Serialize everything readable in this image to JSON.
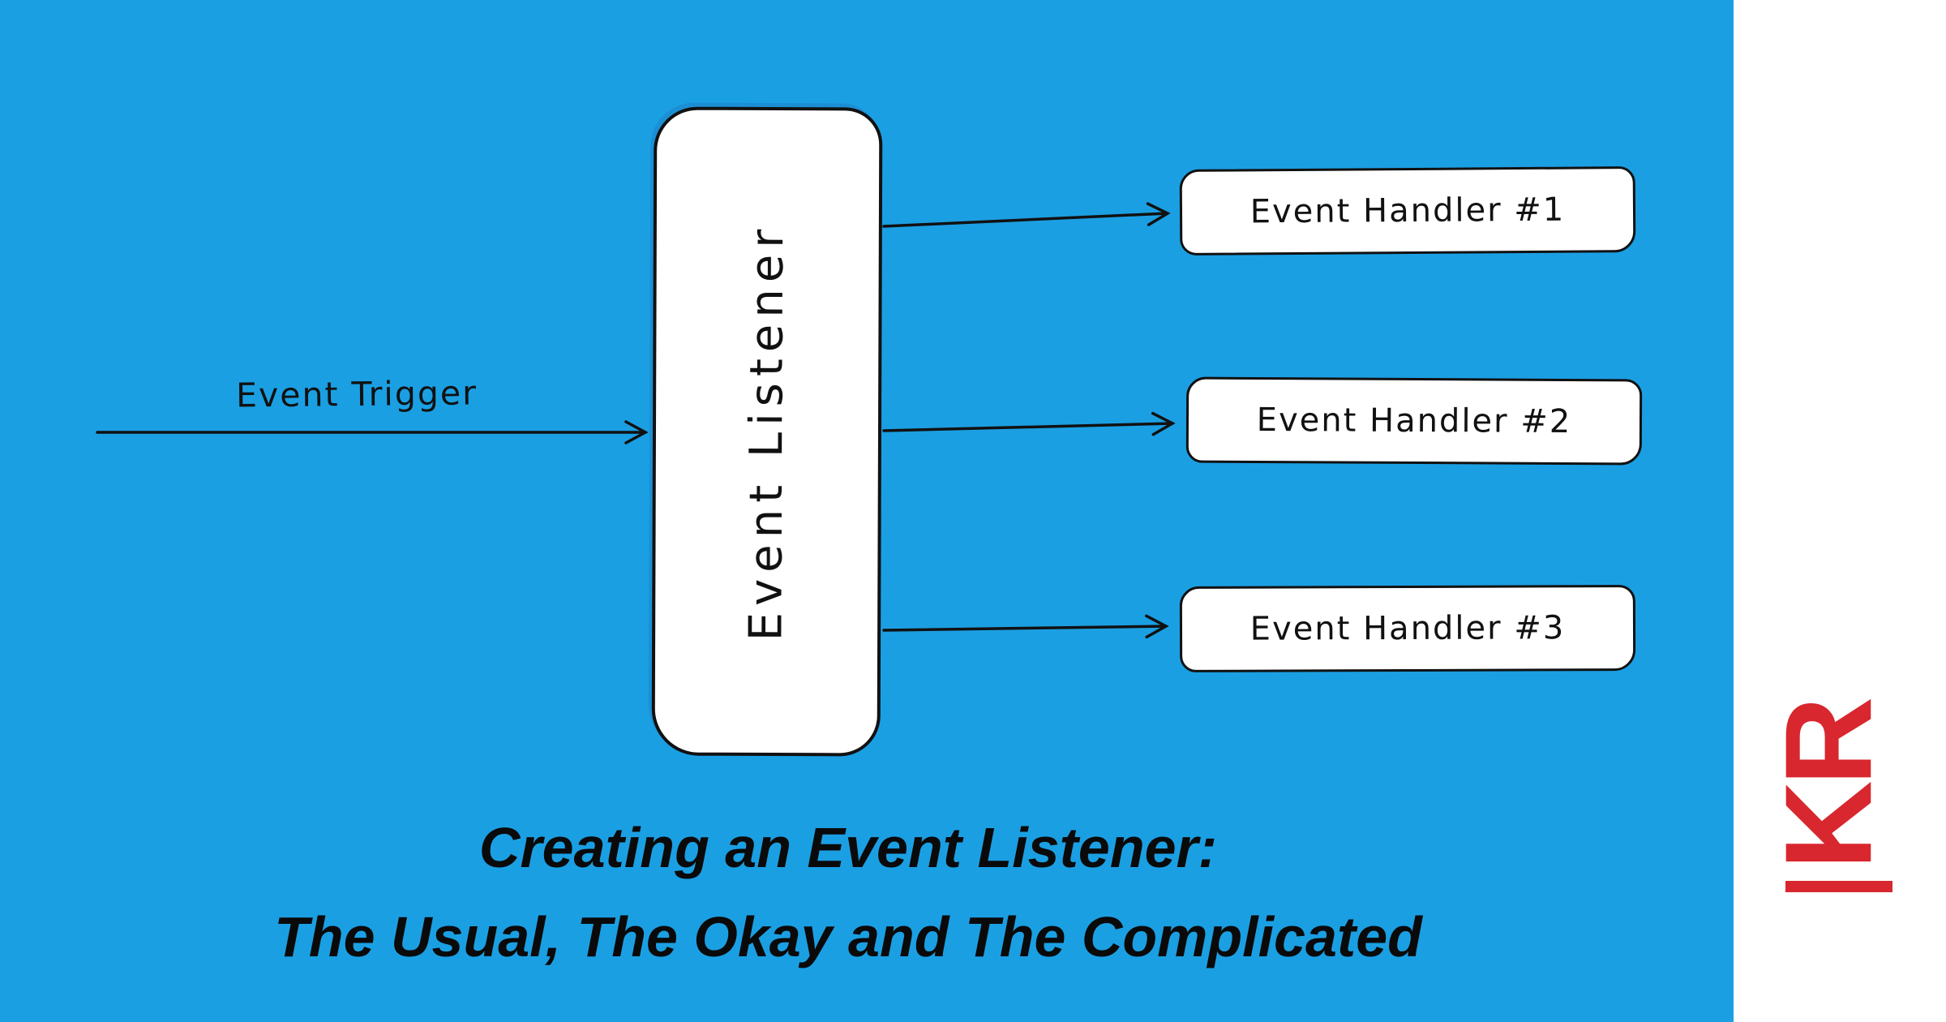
{
  "colors": {
    "background": "#1b9fe3",
    "ink": "#111111",
    "box_fill": "#ffffff",
    "logo_red": "#d8272e"
  },
  "diagram": {
    "trigger_label": "Event Trigger",
    "listener_label": "Event Listener",
    "handlers": [
      {
        "label": "Event Handler #1"
      },
      {
        "label": "Event Handler #2"
      },
      {
        "label": "Event Handler #3"
      }
    ]
  },
  "caption": {
    "line1": "Creating an Event Listener:",
    "line2": "The Usual, The Okay and The Complicated"
  },
  "logo": {
    "text": "KR"
  }
}
